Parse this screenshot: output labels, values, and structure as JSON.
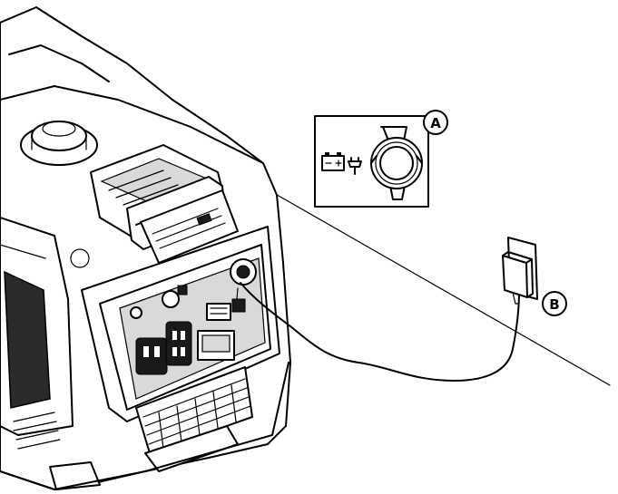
{
  "callouts": [
    {
      "letter": "A"
    },
    {
      "letter": "B"
    }
  ],
  "icons": {
    "battery": "battery-icon",
    "plug": "plug-icon",
    "dc_port": "dc-charging-port-icon",
    "wall_charger": "wall-charger-icon",
    "generator": "generator-illustration"
  }
}
